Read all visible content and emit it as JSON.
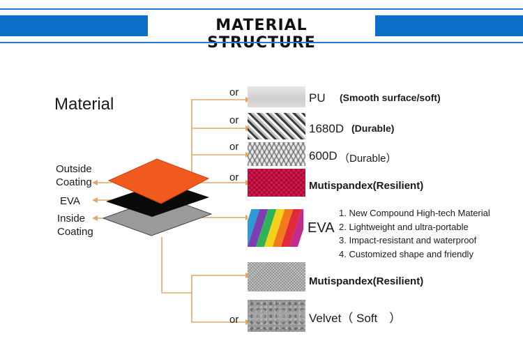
{
  "header": {
    "title": "MATERIAL STRUCTURE"
  },
  "diagram": {
    "heading": "Material",
    "layers": [
      {
        "label": "Outside Coating"
      },
      {
        "label": "EVA"
      },
      {
        "label": "Inside Coating"
      }
    ],
    "outside_options": [
      {
        "prefix": "or",
        "name": "PU",
        "desc": "(Smooth surface/soft)"
      },
      {
        "prefix": "or",
        "name": "1680D",
        "desc": "(Durable)"
      },
      {
        "prefix": "or",
        "name": "600D",
        "desc": "（Durable）"
      },
      {
        "prefix": "or",
        "name": "Mutispandex(Resilient)"
      }
    ],
    "core": {
      "name": "EVA",
      "features": [
        "1. New Compound High-tech Material",
        "2. Lightweight and ultra-portable",
        "3. Impact-resistant and waterproof",
        "4. Customized shape and friendly"
      ]
    },
    "inside_options": [
      {
        "name": "Mutispandex(Resilient)"
      },
      {
        "prefix": "or",
        "name": "Velvet（ Soft　）"
      }
    ]
  },
  "colors": {
    "banner_blue": "#0d6ec7",
    "connector": "#e0a868",
    "outside_layer": "#f05a1e",
    "eva_layer": "#0a0a0a",
    "inside_layer": "#9a9a9a"
  }
}
